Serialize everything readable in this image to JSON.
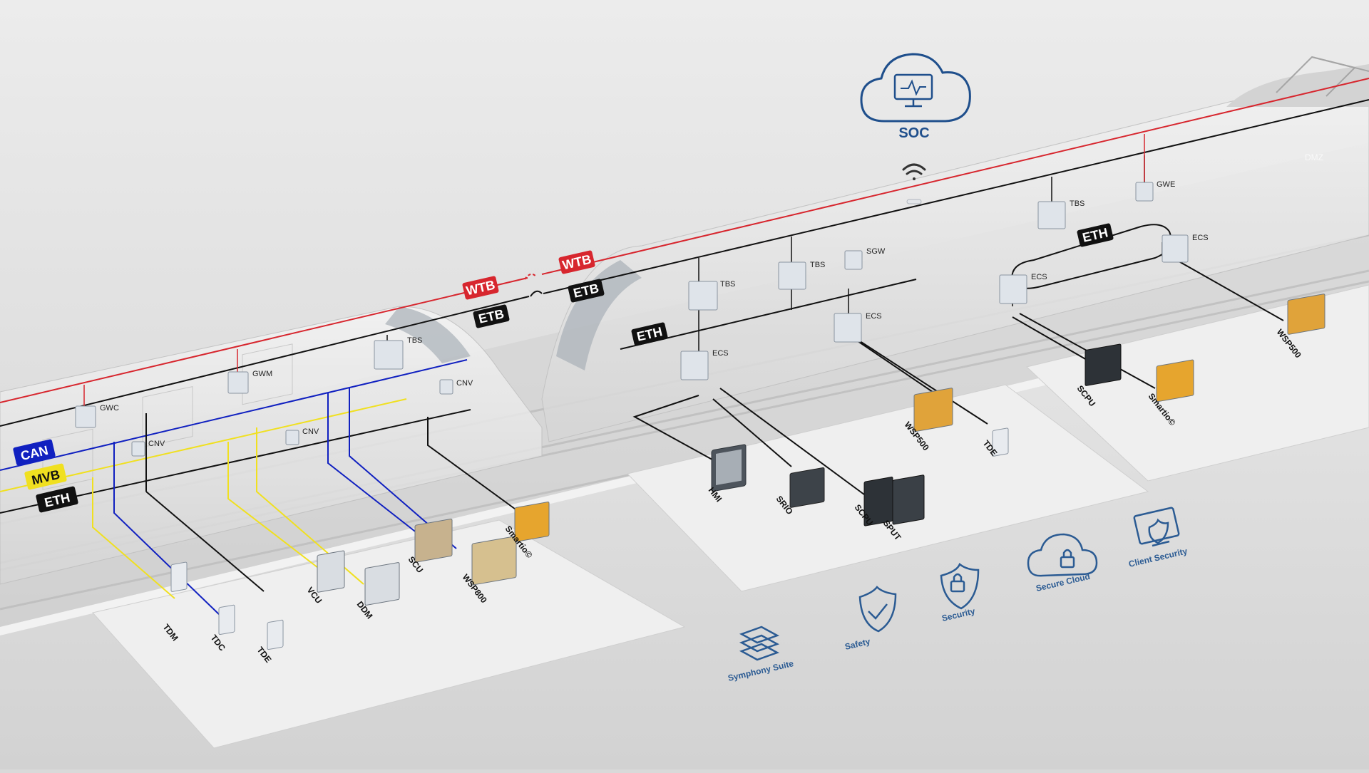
{
  "soc": {
    "label": "SOC"
  },
  "buses": {
    "wtb_1": "WTB",
    "etb_1": "ETB",
    "wtb_2": "WTB",
    "etb_2": "ETB",
    "eth_1": "ETH",
    "eth_2": "ETH",
    "eth_3": "ETH",
    "can": "CAN",
    "mvb": "MVB"
  },
  "nodes": {
    "gwc": "GWC",
    "gwm": "GWM",
    "tbs_1": "TBS",
    "cnv_1": "CNV",
    "cnv_2": "CNV",
    "cnv_3": "CNV",
    "tbs_2": "TBS",
    "tbs_3": "TBS",
    "sgw": "SGW",
    "tbs_4": "TBS",
    "gwe": "GWE",
    "ecs_1": "ECS",
    "ecs_2": "ECS",
    "ecs_3": "ECS",
    "ecs_4": "ECS"
  },
  "devices": {
    "tdm": "TDM",
    "tdc": "TDC",
    "tde_1": "TDE",
    "vcu": "VCU",
    "ddm": "DDM",
    "scu": "SCU",
    "wsp800": "WSP800",
    "smartio_1": "Smartio©",
    "hmi": "HMI",
    "srio": "SRIO",
    "scpu_1": "SCPU",
    "sput": "SPUT",
    "wsp500_1": "WSP500",
    "tde_2": "TDE",
    "scpu_2": "SCPU",
    "smartio_2": "Smartio©",
    "wsp500_2": "WSP500"
  },
  "services": {
    "symphony": "Symphony Suite",
    "safety": "Safety",
    "security": "Security",
    "secure_cloud": "Secure Cloud",
    "client_security": "Client Security"
  },
  "colors": {
    "wtb": "#d7262e",
    "etb": "#111111",
    "can": "#1020c0",
    "mvb": "#f0e020",
    "icon": "#2b5b93"
  }
}
